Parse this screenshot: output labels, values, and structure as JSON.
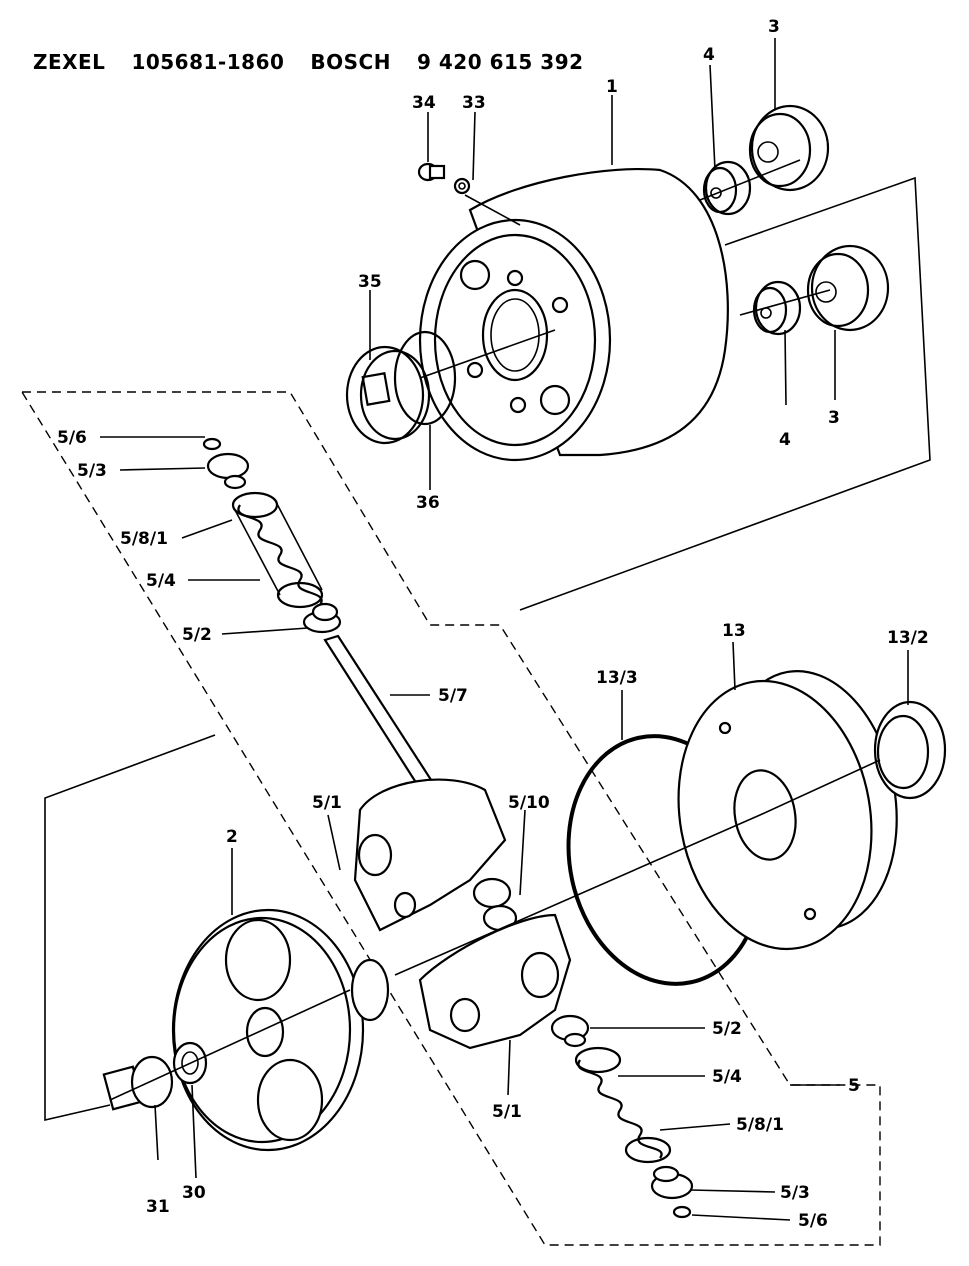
{
  "header": {
    "maker1": "ZEXEL",
    "maker1_number": "105681-1860",
    "maker2": "BOSCH",
    "maker2_number": "9 420 615 392"
  },
  "parts": {
    "p1": "1",
    "p2": "2",
    "p3a": "3",
    "p3b": "3",
    "p4a": "4",
    "p4b": "4",
    "p5": "5",
    "p5_1a": "5/1",
    "p5_1b": "5/1",
    "p5_2a": "5/2",
    "p5_2b": "5/2",
    "p5_3a": "5/3",
    "p5_3b": "5/3",
    "p5_4a": "5/4",
    "p5_4b": "5/4",
    "p5_6a": "5/6",
    "p5_6b": "5/6",
    "p5_7": "5/7",
    "p5_8_1a": "5/8/1",
    "p5_8_1b": "5/8/1",
    "p5_10": "5/10",
    "p13": "13",
    "p13_2": "13/2",
    "p13_3": "13/3",
    "p30": "30",
    "p31": "31",
    "p33": "33",
    "p34": "34",
    "p35": "35",
    "p36": "36"
  }
}
